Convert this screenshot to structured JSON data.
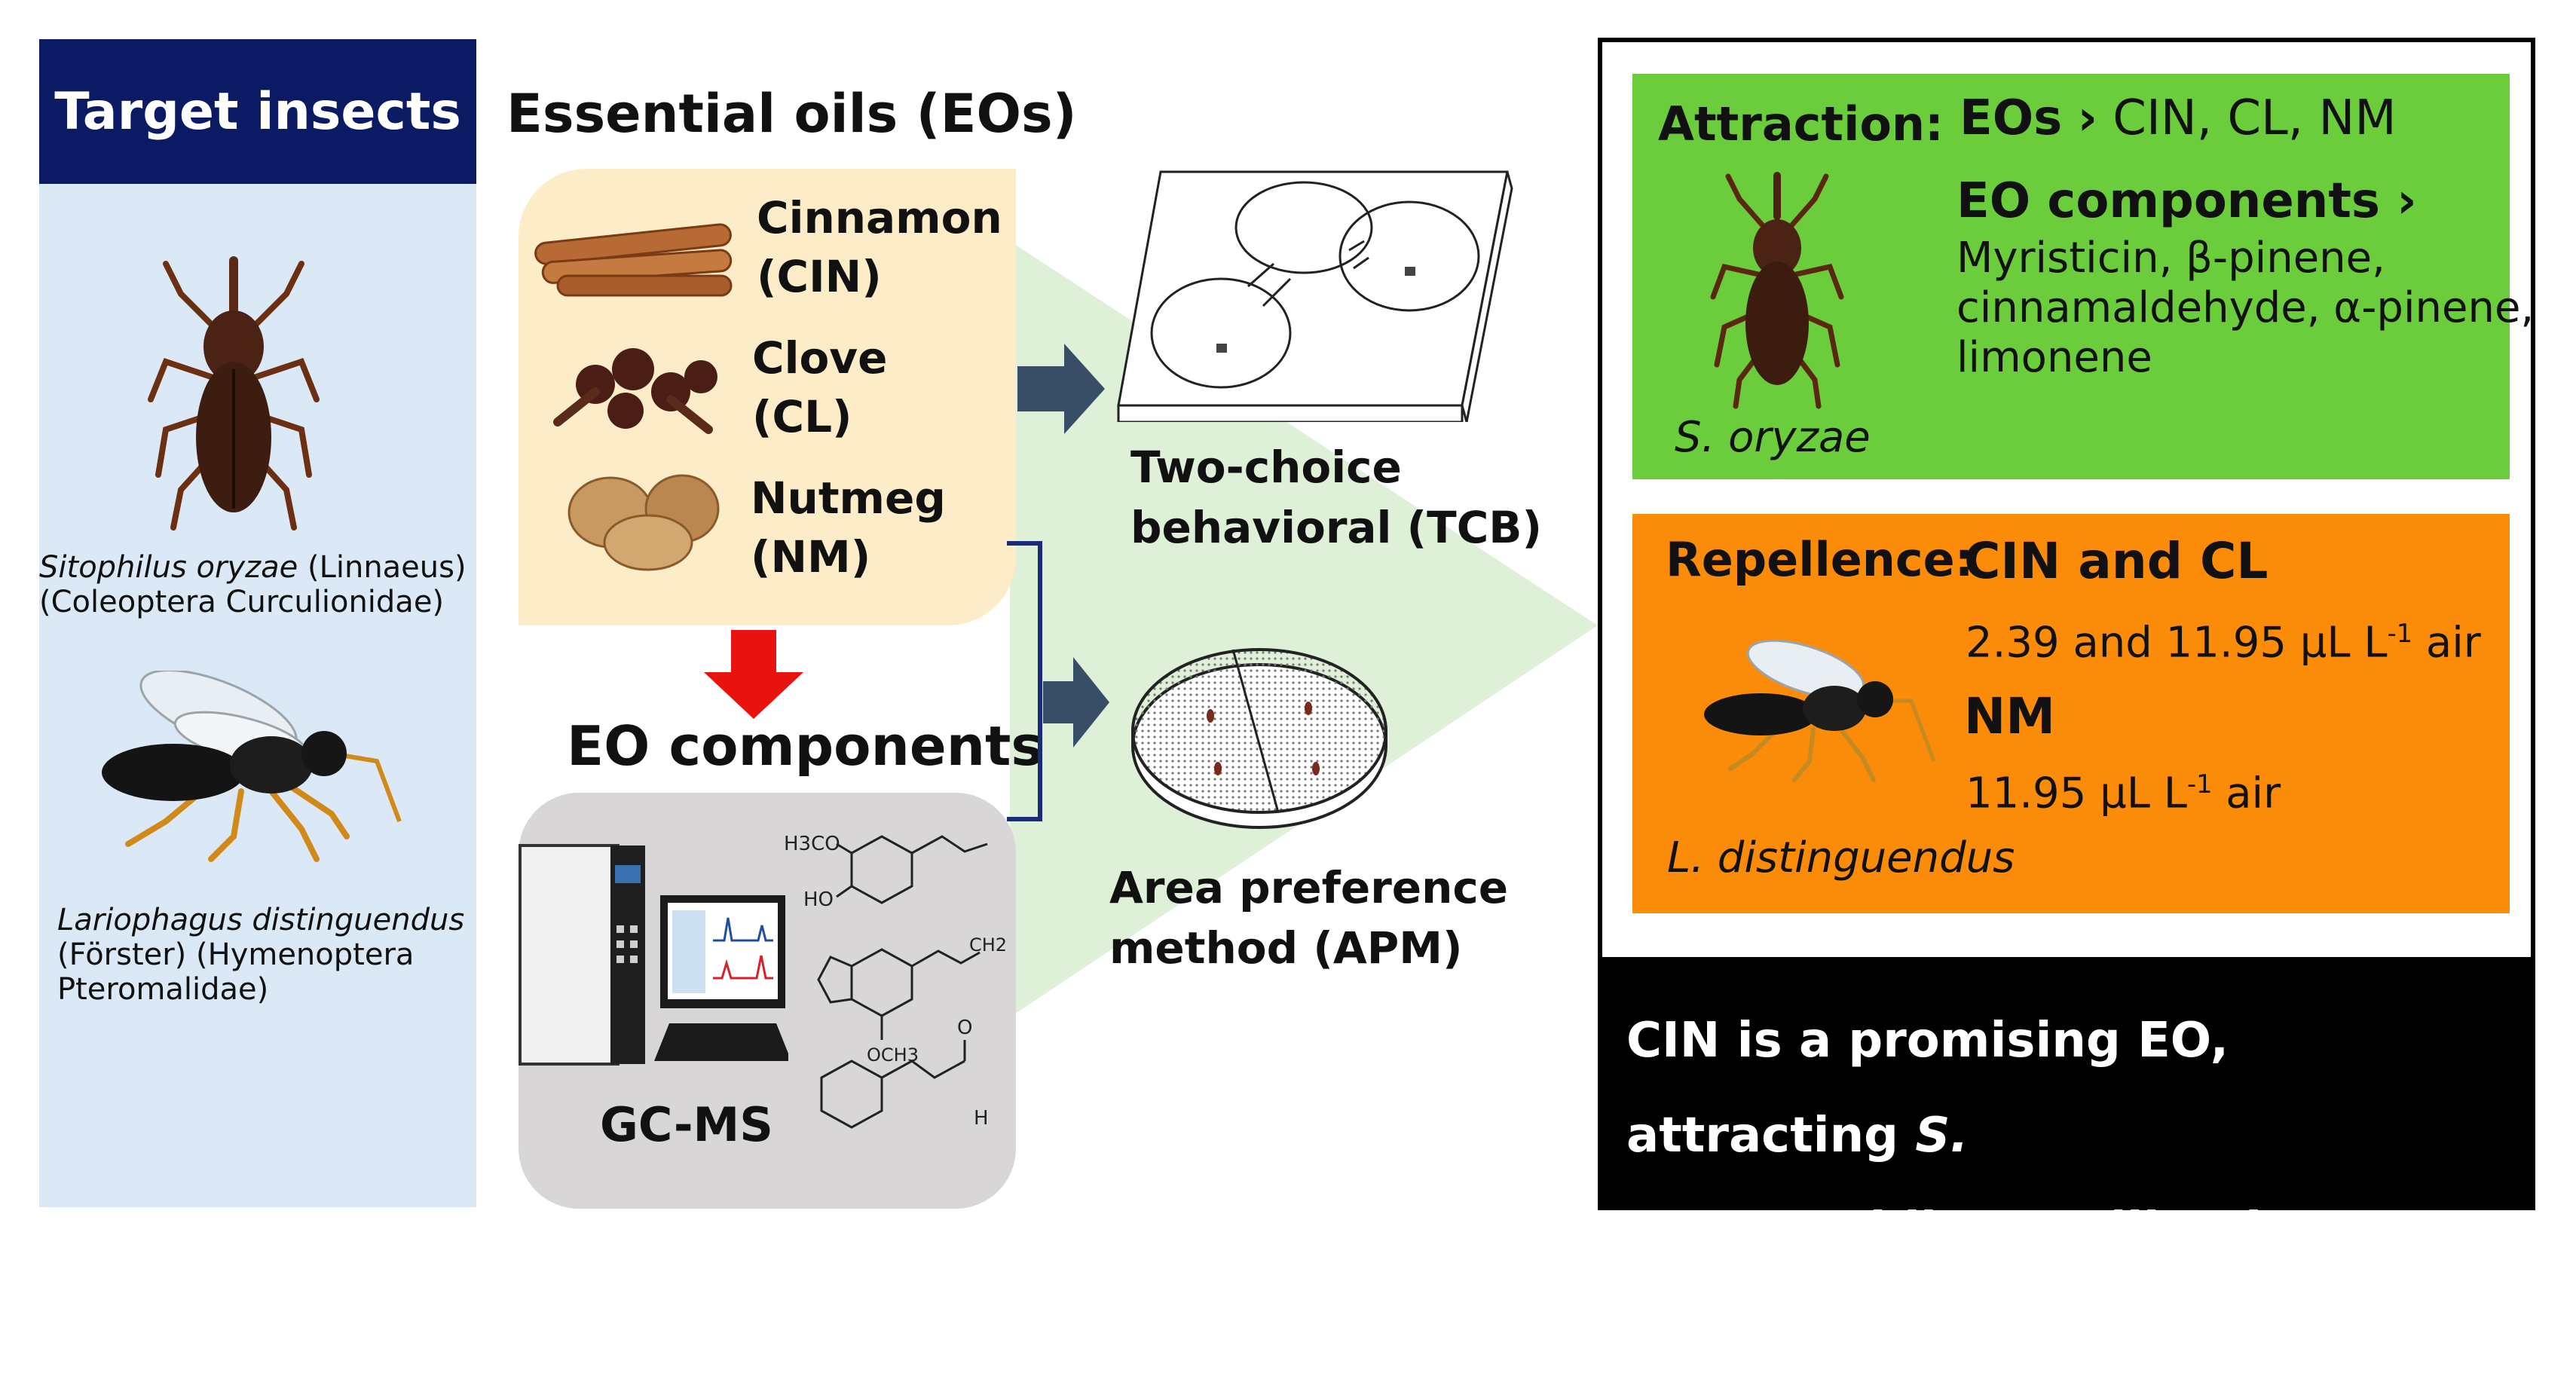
{
  "target": {
    "title": "Target insects",
    "insect1_species": "Sitophilus oryzae",
    "insect1_author": " (Linnaeus)",
    "insect1_order": "(Coleoptera Curculionidae)",
    "insect2_species": "Lariophagus distinguendus",
    "insect2_author": "(Förster) (Hymenoptera",
    "insect2_family": "Pteromalidae)"
  },
  "oils": {
    "title": "Essential oils (EOs)",
    "items": [
      {
        "name": "Cinnamon",
        "abbr": "(CIN)"
      },
      {
        "name": "Clove",
        "abbr": "(CL)"
      },
      {
        "name": "Nutmeg",
        "abbr": "(NM)"
      }
    ]
  },
  "components": {
    "title": "EO components",
    "gc_label": "GC-MS",
    "chem1": {
      "group": "H3CO",
      "oh": "HO"
    },
    "chem2": {
      "ch2": "CH2",
      "och3": "OCH3"
    },
    "chem3": {
      "o": "O",
      "h": "H"
    }
  },
  "methods": {
    "tcb_line1": "Two-choice",
    "tcb_line2": "behavioral (TCB)",
    "apm_line1": "Area preference",
    "apm_line2": "method (APM)"
  },
  "results": {
    "attraction": {
      "label": "Attraction:",
      "eos_head": "EOs",
      "eos_list": "CIN, CL, NM",
      "comp_head": "EO components",
      "comp_line1": "Myristicin, β-pinene,",
      "comp_line2": "cinnamaldehyde, α-pinene,",
      "comp_line3": "limonene",
      "species": "S. oryzae"
    },
    "repellence": {
      "label": "Repellence:",
      "head1": "CIN and CL",
      "dose1_value": "2.39 and 11.95 μL L",
      "dose_exp": "-1",
      "dose_unit": " air",
      "head2": "NM",
      "dose2_value": "11.95 μL L",
      "species": "L. distinguendus"
    },
    "conclusion": {
      "part1": "CIN is a promising EO, attracting ",
      "species_a": "S.",
      "species_b": "oryzae",
      "part2": " while repelling its parasitoid."
    }
  },
  "colors": {
    "navy": "#0b1b63",
    "light_blue": "#dbe9f6",
    "cream": "#fcedc8",
    "green": "#6bcd3c",
    "orange": "#fb8c09",
    "arrow_slate": "#384e66",
    "arrow_red": "#e8120f",
    "bracket_navy": "#1a2b7a"
  }
}
